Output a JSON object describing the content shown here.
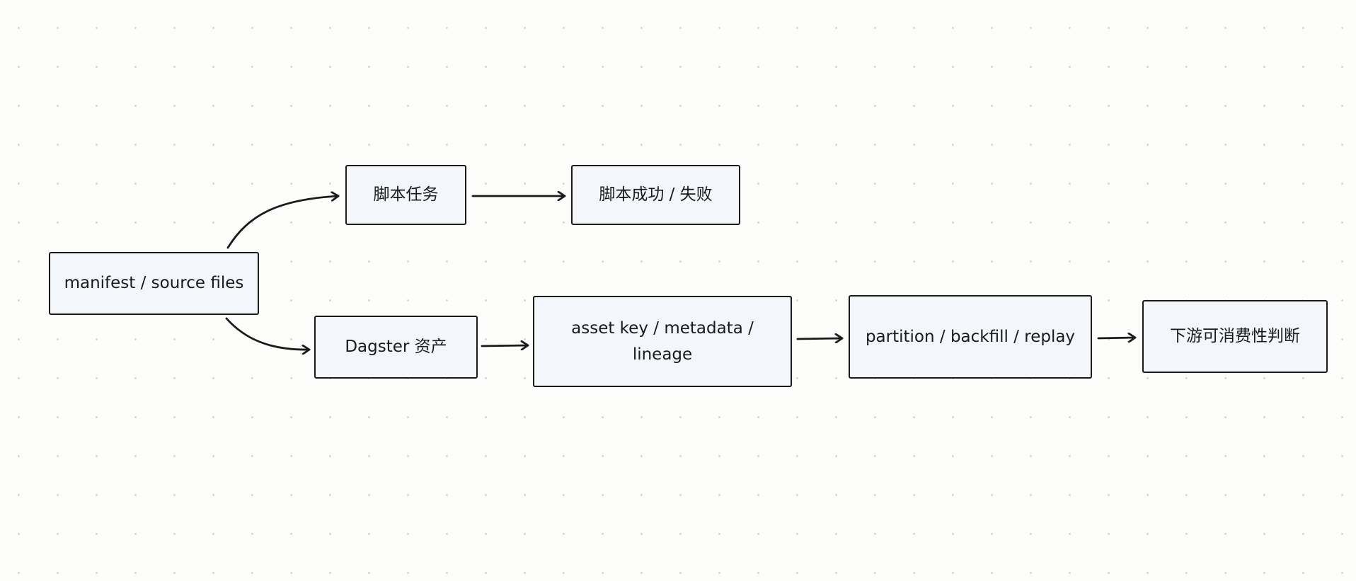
{
  "nodes": {
    "source": "manifest / source files",
    "script_task": "脚本任务",
    "script_result": "脚本成功 / 失败",
    "dagster_asset": "Dagster 资产",
    "asset_meta": "asset key / metadata / lineage",
    "partition": "partition / backfill / replay",
    "downstream": "下游可消费性判断"
  },
  "colors": {
    "node_fill": "#f3f7fc",
    "stroke": "#1a1a1a",
    "background": "#fdfdfc"
  }
}
